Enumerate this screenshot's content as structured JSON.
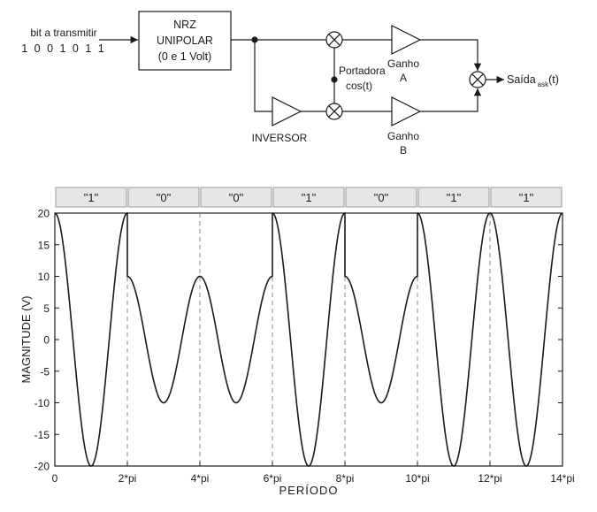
{
  "diagram": {
    "input_label": "bit a transmitir",
    "input_bits": "1 0 0 1 0 1 1",
    "nrz_block": [
      "NRZ",
      "UNIPOLAR",
      "(0 e 1 Volt)"
    ],
    "inverter_label": "INVERSOR",
    "carrier_label": [
      "Portadora",
      "cos(t)"
    ],
    "gain_a_label": [
      "Ganho",
      "A"
    ],
    "gain_b_label": [
      "Ganho",
      "B"
    ],
    "output_label": "Saída",
    "output_subscript": "ask",
    "output_suffix": "(t)"
  },
  "chart_data": {
    "type": "line",
    "segment_labels": [
      "\"1\"",
      "\"0\"",
      "\"0\"",
      "\"1\"",
      "\"0\"",
      "\"1\"",
      "\"1\""
    ],
    "bits": [
      1,
      0,
      0,
      1,
      0,
      1,
      1
    ],
    "amplitude_one": 20,
    "amplitude_zero": 10,
    "x_unit_label": "pi",
    "xlabel": "PERÍODO",
    "ylabel": "MAGNITUDE (V)",
    "xlim": [
      0,
      14
    ],
    "ylim": [
      -20,
      20
    ],
    "x_ticks": [
      "0",
      "2*pi",
      "4*pi",
      "6*pi",
      "8*pi",
      "10*pi",
      "12*pi",
      "14*pi"
    ],
    "y_ticks": [
      "20",
      "15",
      "10",
      "5",
      "0",
      "-5",
      "-10",
      "-15",
      "-20"
    ],
    "grid": "vertical dashed lines at segment boundaries"
  }
}
